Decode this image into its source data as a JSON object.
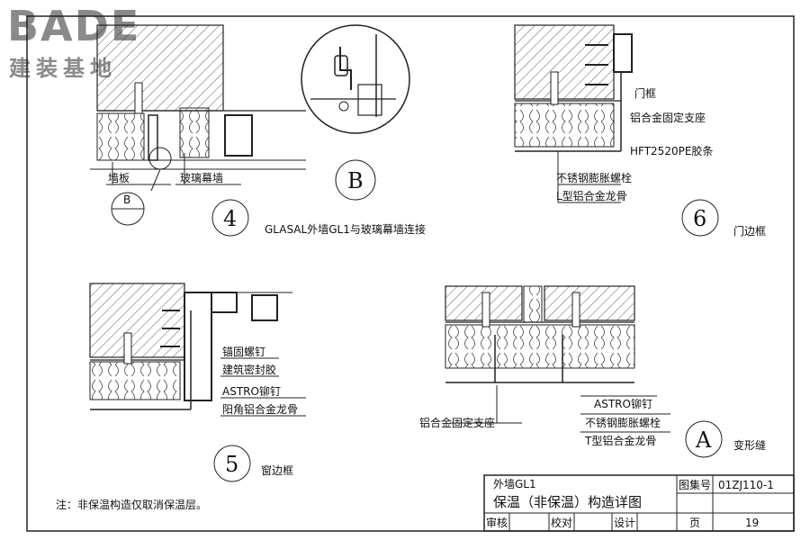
{
  "logo": {
    "main": "BADE",
    "sub": "建装基地"
  },
  "detail_4": {
    "number": "4",
    "title": "GLASAL外墙GL1与玻璃幕墙连接",
    "labels": {
      "wall_panel": "墙板",
      "glass_curtain_wall": "玻璃幕墙"
    },
    "ref_letter": "B"
  },
  "detail_B": {
    "letter": "B"
  },
  "detail_6": {
    "number": "6",
    "title": "门边框",
    "labels": {
      "door_frame": "门框",
      "alu_bracket": "铝合金固定支座",
      "pe_strip": "HFT2520PE胶条",
      "ss_bolt": "不锈钢膨胀螺栓",
      "l_keel": "L型铝合金龙骨"
    }
  },
  "detail_5": {
    "number": "5",
    "title": "窗边框",
    "labels": {
      "anchor_screw": "锚固螺钉",
      "sealant": "建筑密封胶",
      "astro_rivet": "ASTRO铆钉",
      "corner_keel": "阳角铝合金龙骨"
    }
  },
  "detail_A": {
    "letter": "A",
    "title": "变形缝",
    "labels": {
      "alu_bracket": "铝合金固定支座",
      "astro_rivet": "ASTRO铆钉",
      "ss_bolt": "不锈钢膨胀螺栓",
      "t_keel": "T型铝合金龙骨"
    }
  },
  "note": "注：非保温构造仅取消保温层。",
  "title_block": {
    "subtitle": "外墙GL1",
    "title": "保温（非保温）构造详图",
    "atlas_label": "图集号",
    "atlas_no": "01ZJ110-1",
    "review_label": "审核",
    "check_label": "校对",
    "design_label": "设计",
    "page_label": "页",
    "page_no": "19"
  }
}
